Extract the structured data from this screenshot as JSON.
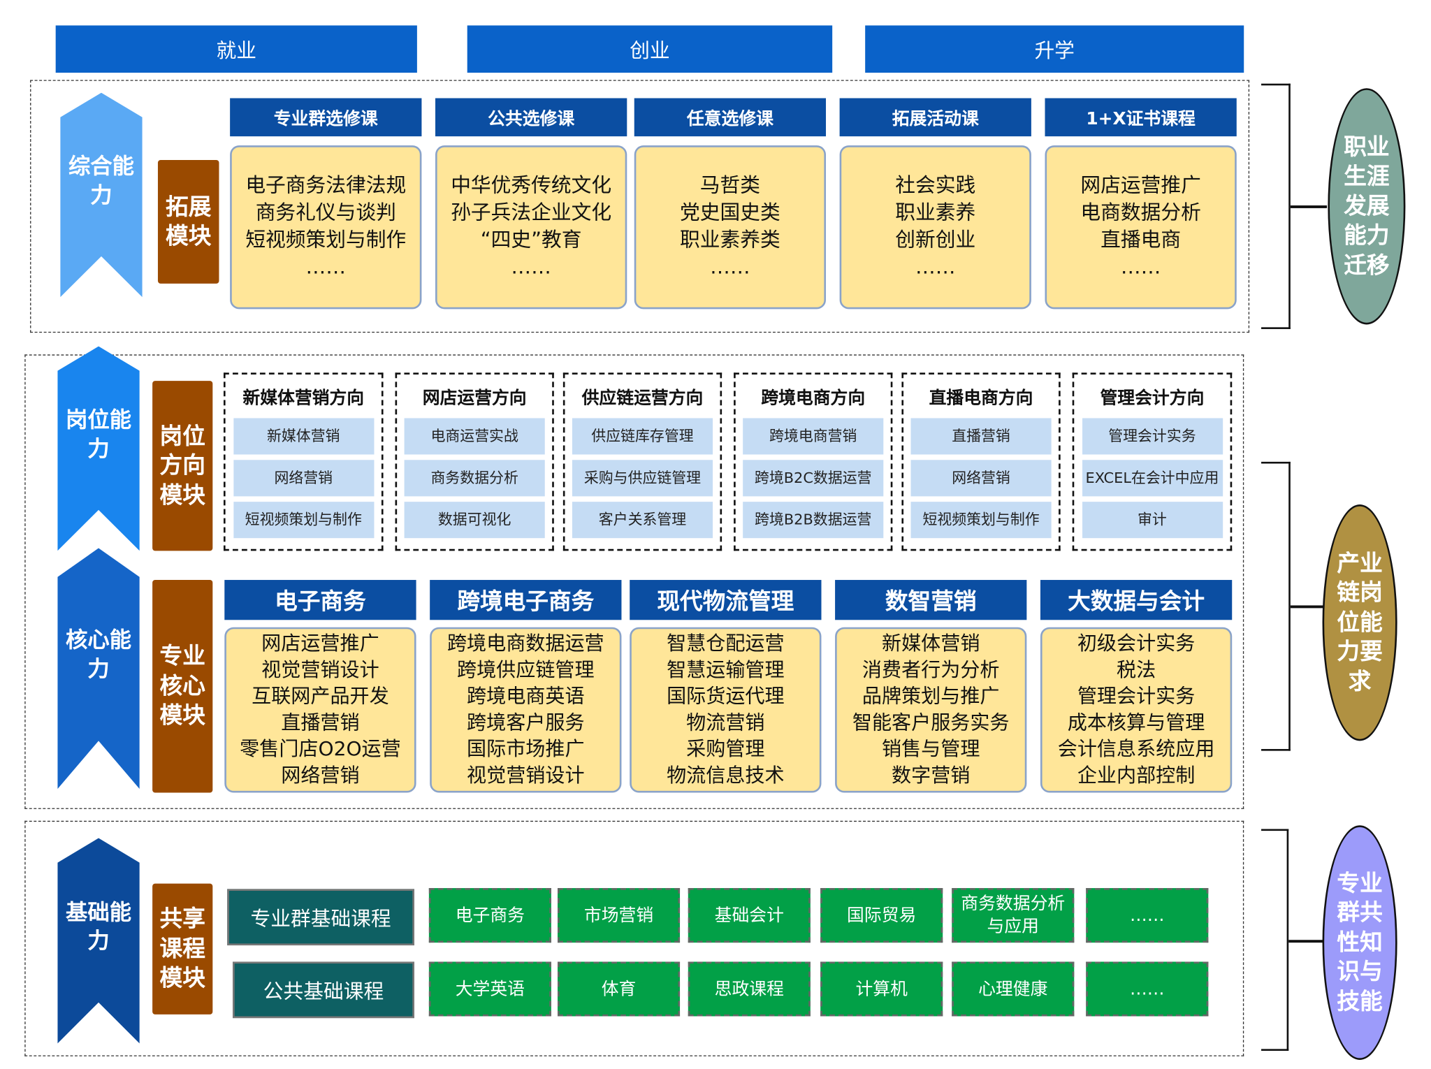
{
  "top_bars": [
    "就业",
    "创业",
    "升学"
  ],
  "abilities": [
    "综合能力",
    "岗位能力",
    "核心能力",
    "基础能力"
  ],
  "modules": [
    "拓展模块",
    "岗位方向模块",
    "专业核心模块",
    "共享课程模块"
  ],
  "elective": {
    "headers": [
      "专业群选修课",
      "公共选修课",
      "任意选修课",
      "拓展活动课",
      "1+X证书课程"
    ],
    "cards": [
      [
        "电子商务法律法规",
        "商务礼仪与谈判",
        "短视频策划与制作",
        "……"
      ],
      [
        "中华优秀传统文化",
        "孙子兵法企业文化",
        "“四史”教育",
        "……"
      ],
      [
        "马哲类",
        "党史国史类",
        "职业素养类",
        "……"
      ],
      [
        "社会实践",
        "职业素养",
        "创新创业",
        "……"
      ],
      [
        "网店运营推广",
        "电商数据分析",
        "直播电商",
        "……"
      ]
    ]
  },
  "directions": [
    {
      "title": "新媒体营销方向",
      "items": [
        "新媒体营销",
        "网络营销",
        "短视频策划与制作"
      ]
    },
    {
      "title": "网店运营方向",
      "items": [
        "电商运营实战",
        "商务数据分析",
        "数据可视化"
      ]
    },
    {
      "title": "供应链运营方向",
      "items": [
        "供应链库存管理",
        "采购与供应链管理",
        "客户关系管理"
      ]
    },
    {
      "title": "跨境电商方向",
      "items": [
        "跨境电商营销",
        "跨境B2C数据运营",
        "跨境B2B数据运营"
      ]
    },
    {
      "title": "直播电商方向",
      "items": [
        "直播营销",
        "网络营销",
        "短视频策划与制作"
      ]
    },
    {
      "title": "管理会计方向",
      "items": [
        "管理会计实务",
        "EXCEL在会计中应用",
        "审计"
      ]
    }
  ],
  "core": {
    "headers": [
      "电子商务",
      "跨境电子商务",
      "现代物流管理",
      "数智营销",
      "大数据与会计"
    ],
    "cards": [
      [
        "网店运营推广",
        "视觉营销设计",
        "互联网产品开发",
        "直播营销",
        "零售门店O2O运营",
        "网络营销"
      ],
      [
        "跨境电商数据运营",
        "跨境供应链管理",
        "跨境电商英语",
        "跨境客户服务",
        "国际市场推广",
        "视觉营销设计"
      ],
      [
        "智慧仓配运营",
        "智慧运输管理",
        "国际货运代理",
        "物流营销",
        "采购管理",
        "物流信息技术"
      ],
      [
        "新媒体营销",
        "消费者行为分析",
        "品牌策划与推广",
        "智能客户服务实务",
        "销售与管理",
        "数字营销"
      ],
      [
        "初级会计实务",
        "税法",
        "管理会计实务",
        "成本核算与管理",
        "会计信息系统应用",
        "企业内部控制"
      ]
    ]
  },
  "shared": {
    "group_label": "专业群基础课程",
    "public_label": "公共基础课程",
    "group_courses": [
      "电子商务",
      "市场营销",
      "基础会计",
      "国际贸易",
      "商务数据分析与应用",
      "……"
    ],
    "public_courses": [
      "大学英语",
      "体育",
      "思政课程",
      "计算机",
      "心理健康",
      "……"
    ]
  },
  "outcomes": [
    "职业生涯发展能力迁移",
    "产业链岗位能力要求",
    "专业群共性知识与技能"
  ],
  "colors": {
    "top": "#0a62c9",
    "header": "#0b4ea2",
    "card": "#ffe699",
    "module": "#9a4a00",
    "green": "#02a047",
    "teal": "#0e6063"
  }
}
